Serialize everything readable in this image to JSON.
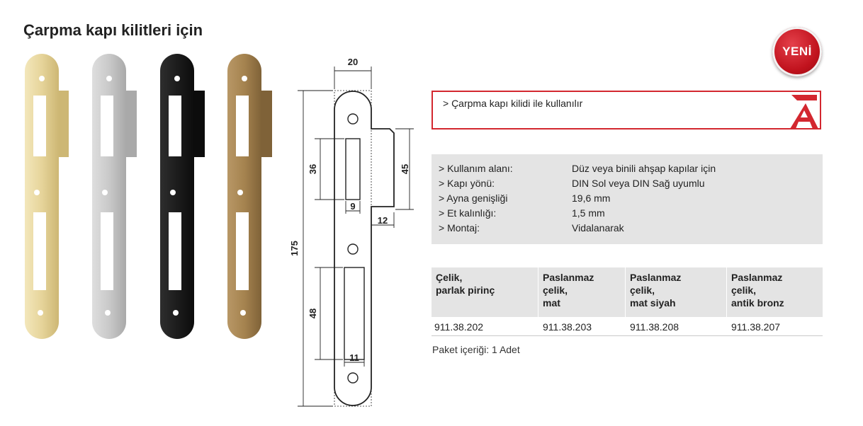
{
  "title": "Çarpma kapı kilitleri için",
  "badge": "YENİ",
  "info": "> Çarpma kapı kilidi ile kullanılır",
  "finishes": [
    {
      "name": "brass",
      "color": "#e8d9a2"
    },
    {
      "name": "stainless",
      "color": "#c8c8c8"
    },
    {
      "name": "black",
      "color": "#1c1c1c"
    },
    {
      "name": "bronze",
      "color": "#a8875a"
    }
  ],
  "drawing": {
    "width": "20",
    "slot1_height": "36",
    "tongue_height": "45",
    "slot1_width": "9",
    "tongue_depth": "12",
    "total_height": "175",
    "slot2_height": "48",
    "slot2_width": "11"
  },
  "specs": [
    {
      "key": "> Kullanım alanı:",
      "value": "Düz veya binili ahşap kapılar için"
    },
    {
      "key": "> Kapı yönü:",
      "value": "DIN Sol veya DIN Sağ uyumlu"
    },
    {
      "key": "> Ayna genişliği",
      "value": "19,6 mm"
    },
    {
      "key": "> Et kalınlığı:",
      "value": "1,5 mm"
    },
    {
      "key": "> Montaj:",
      "value": "Vidalanarak"
    }
  ],
  "table": {
    "headers": [
      "Çelik,\nparlak pirinç",
      "Paslanmaz\nçelik,\nmat",
      "Paslanmaz\nçelik,\nmat siyah",
      "Paslanmaz\nçelik,\nantik bronz"
    ],
    "codes": [
      "911.38.202",
      "911.38.203",
      "911.38.208",
      "911.38.207"
    ]
  },
  "package": "Paket içeriği: 1 Adet"
}
